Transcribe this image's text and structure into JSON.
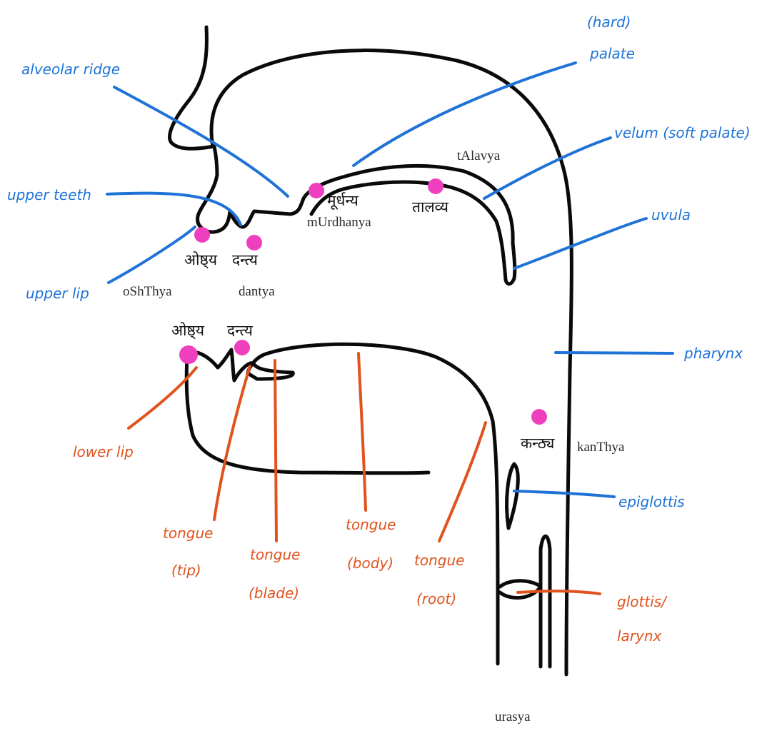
{
  "colors": {
    "outline": "#0a0a0a",
    "blue": "#1f73d6",
    "orange": "#e0531e",
    "dot": "#ee3fbe"
  },
  "labels": {
    "hard": "(hard)",
    "palate": "palate",
    "alveolar_ridge": "alveolar ridge",
    "velum": "velum (soft palate)",
    "upper_teeth": "upper teeth",
    "uvula": "uvula",
    "upper_lip": "upper lip",
    "pharynx": "pharynx",
    "lower_lip": "lower lip",
    "epiglottis": "epiglottis",
    "tongue_tip_1": "tongue",
    "tongue_tip_2": "(tip)",
    "tongue_blade_1": "tongue",
    "tongue_blade_2": "(blade)",
    "tongue_body_1": "tongue",
    "tongue_body_2": "(body)",
    "tongue_root_1": "tongue",
    "tongue_root_2": "(root)",
    "glottis_1": "glottis/",
    "glottis_2": "larynx"
  },
  "places": {
    "talavya_roman": "tAlavya",
    "talavya_deva": "तालव्य",
    "murdhanya_deva": "मूर्धन्य",
    "murdhanya_roman": "mUrdhanya",
    "oshthya_deva_upper": "ओष्ठ्य",
    "dantya_deva_upper": "दन्त्य",
    "oshthya_roman": "oShThya",
    "dantya_roman": "dantya",
    "oshthya_deva_lower": "ओष्ठ्य",
    "dantya_deva_lower": "दन्त्य",
    "kanthya_deva": "कन्ठ्य",
    "kanthya_roman": "kanThya",
    "urasya_roman": "urasya"
  }
}
